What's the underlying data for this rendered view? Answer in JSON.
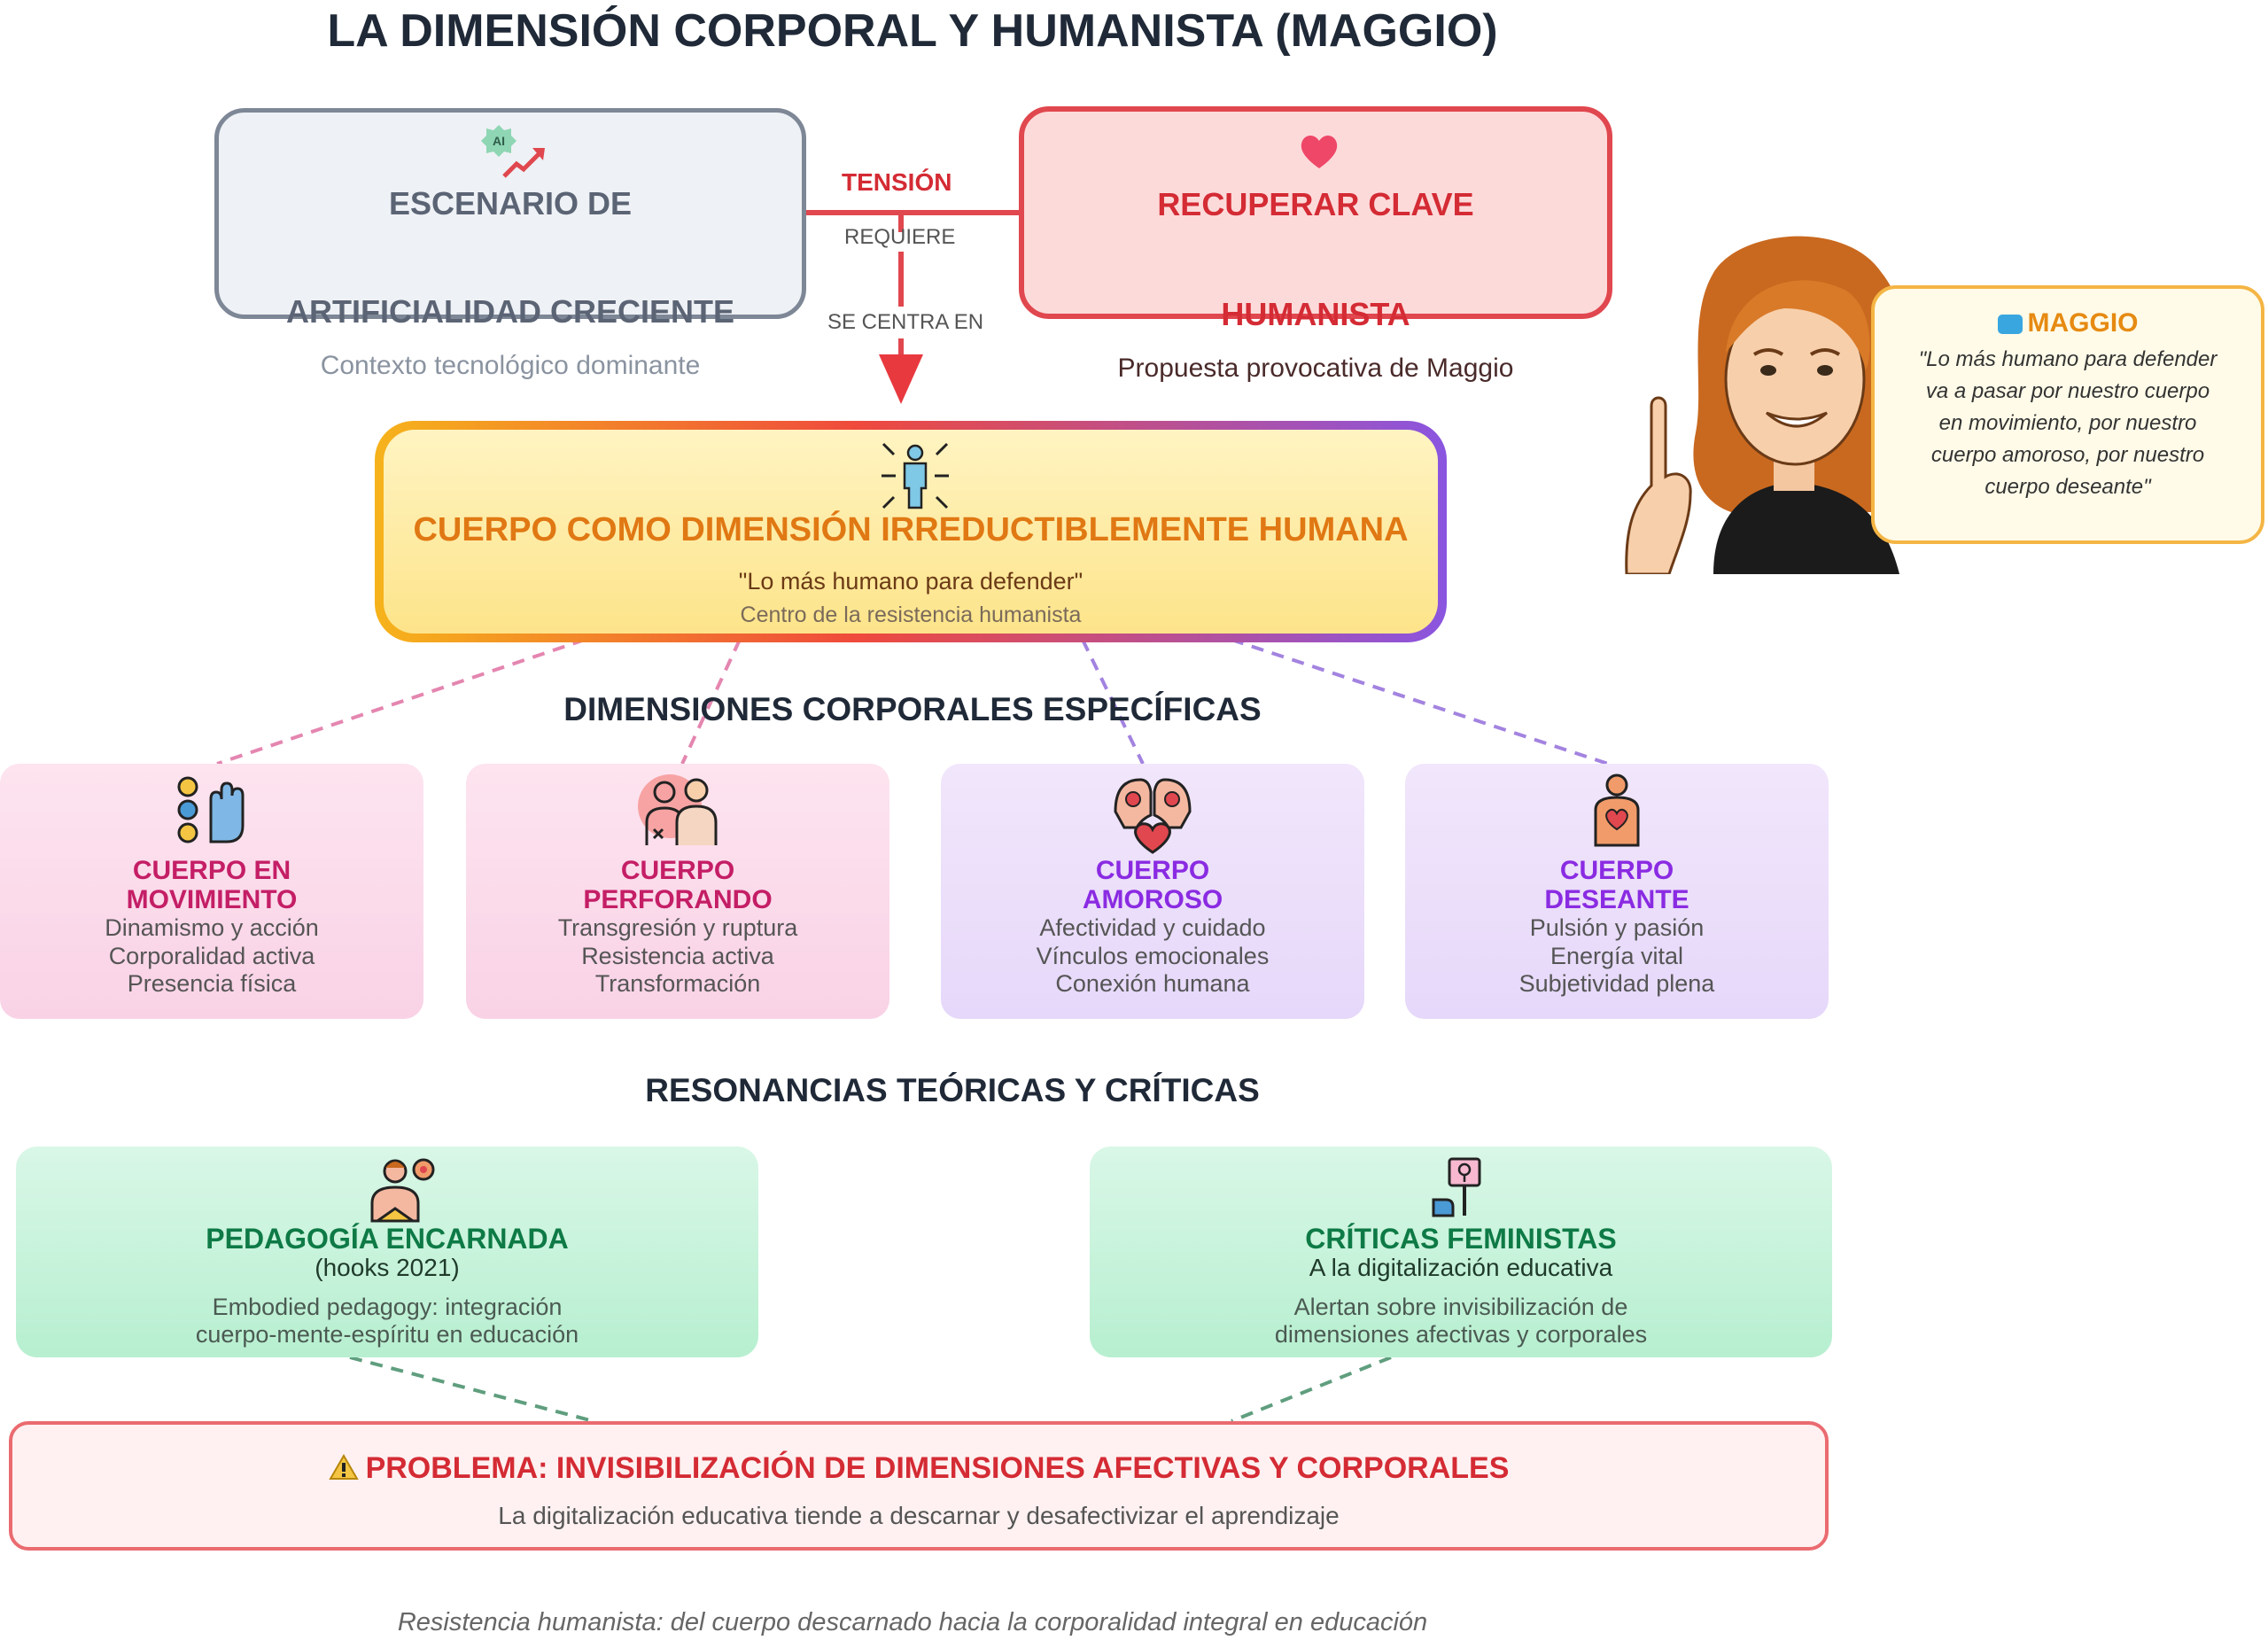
{
  "title": "LA DIMENSIÓN CORPORAL Y HUMANISTA (MAGGIO)",
  "top_boxes": {
    "artificial": {
      "title_l1": "ESCENARIO DE",
      "title_l2": "ARTIFICIALIDAD CRECIENTE",
      "subtitle": "Contexto tecnológico dominante",
      "icon": "ai-growth-icon"
    },
    "humanista": {
      "title_l1": "RECUPERAR CLAVE",
      "title_l2": "HUMANISTA",
      "subtitle": "Propuesta provocativa de Maggio",
      "icon": "heart-icon"
    }
  },
  "connectors": {
    "tension": "TENSIÓN",
    "requiere": "REQUIERE",
    "se_centra_en": "SE CENTRA EN"
  },
  "central": {
    "title": "CUERPO COMO DIMENSIÓN IRREDUCTIBLEMENTE HUMANA",
    "quote": "\"Lo más humano para defender\"",
    "subtitle": "Centro de la resistencia humanista",
    "icon": "human-body-focus-icon"
  },
  "callout": {
    "name": "MAGGIO",
    "quote_lines": [
      "\"Lo más humano para defender",
      "va a pasar por nuestro cuerpo",
      "en movimiento, por nuestro",
      "cuerpo amoroso, por nuestro",
      "cuerpo deseante\""
    ],
    "icon": "speech-bubble-icon"
  },
  "sections": {
    "dimensiones": "DIMENSIONES CORPORALES ESPECÍFICAS",
    "resonancias": "RESONANCIAS TEÓRICAS Y CRÍTICAS"
  },
  "dimension_cards": [
    {
      "title_l1": "CUERPO EN",
      "title_l2": "MOVIMIENTO",
      "lines": [
        "Dinamismo y acción",
        "Corporalidad activa",
        "Presencia física"
      ],
      "icon": "gears-hand-icon"
    },
    {
      "title_l1": "CUERPO",
      "title_l2": "PERFORANDO",
      "lines": [
        "Transgresión y ruptura",
        "Resistencia activa",
        "Transformación"
      ],
      "icon": "people-transform-icon"
    },
    {
      "title_l1": "CUERPO",
      "title_l2": "AMOROSO",
      "lines": [
        "Afectividad y cuidado",
        "Vínculos emocionales",
        "Conexión humana"
      ],
      "icon": "heads-heart-icon"
    },
    {
      "title_l1": "CUERPO",
      "title_l2": "DESEANTE",
      "lines": [
        "Pulsión y pasión",
        "Energía vital",
        "Subjetividad plena"
      ],
      "icon": "person-heart-icon"
    }
  ],
  "resonance_cards": [
    {
      "title": "PEDAGOGÍA ENCARNADA",
      "sub": "(hooks 2021)",
      "desc_l1": "Embodied pedagogy: integración",
      "desc_l2": "cuerpo-mente-espíritu en educación",
      "icon": "reader-icon"
    },
    {
      "title": "CRÍTICAS FEMINISTAS",
      "sub": "A la digitalización educativa",
      "desc_l1": "Alertan sobre invisibilización de",
      "desc_l2": "dimensiones afectivas y corporales",
      "icon": "protest-sign-icon"
    }
  ],
  "problem": {
    "title": "PROBLEMA: INVISIBILIZACIÓN DE DIMENSIONES AFECTIVAS Y CORPORALES",
    "subtitle": "La digitalización educativa tiende a descarnar y desafectivizar el aprendizaje",
    "icon": "warning-icon"
  },
  "footer": "Resistencia humanista: del cuerpo descarnado hacia la corporalidad integral en educación",
  "colors": {
    "red": "#d42b34",
    "orange": "#e07813",
    "pink": "#c41e66",
    "purple": "#8a2be2",
    "green": "#0e7a46"
  }
}
